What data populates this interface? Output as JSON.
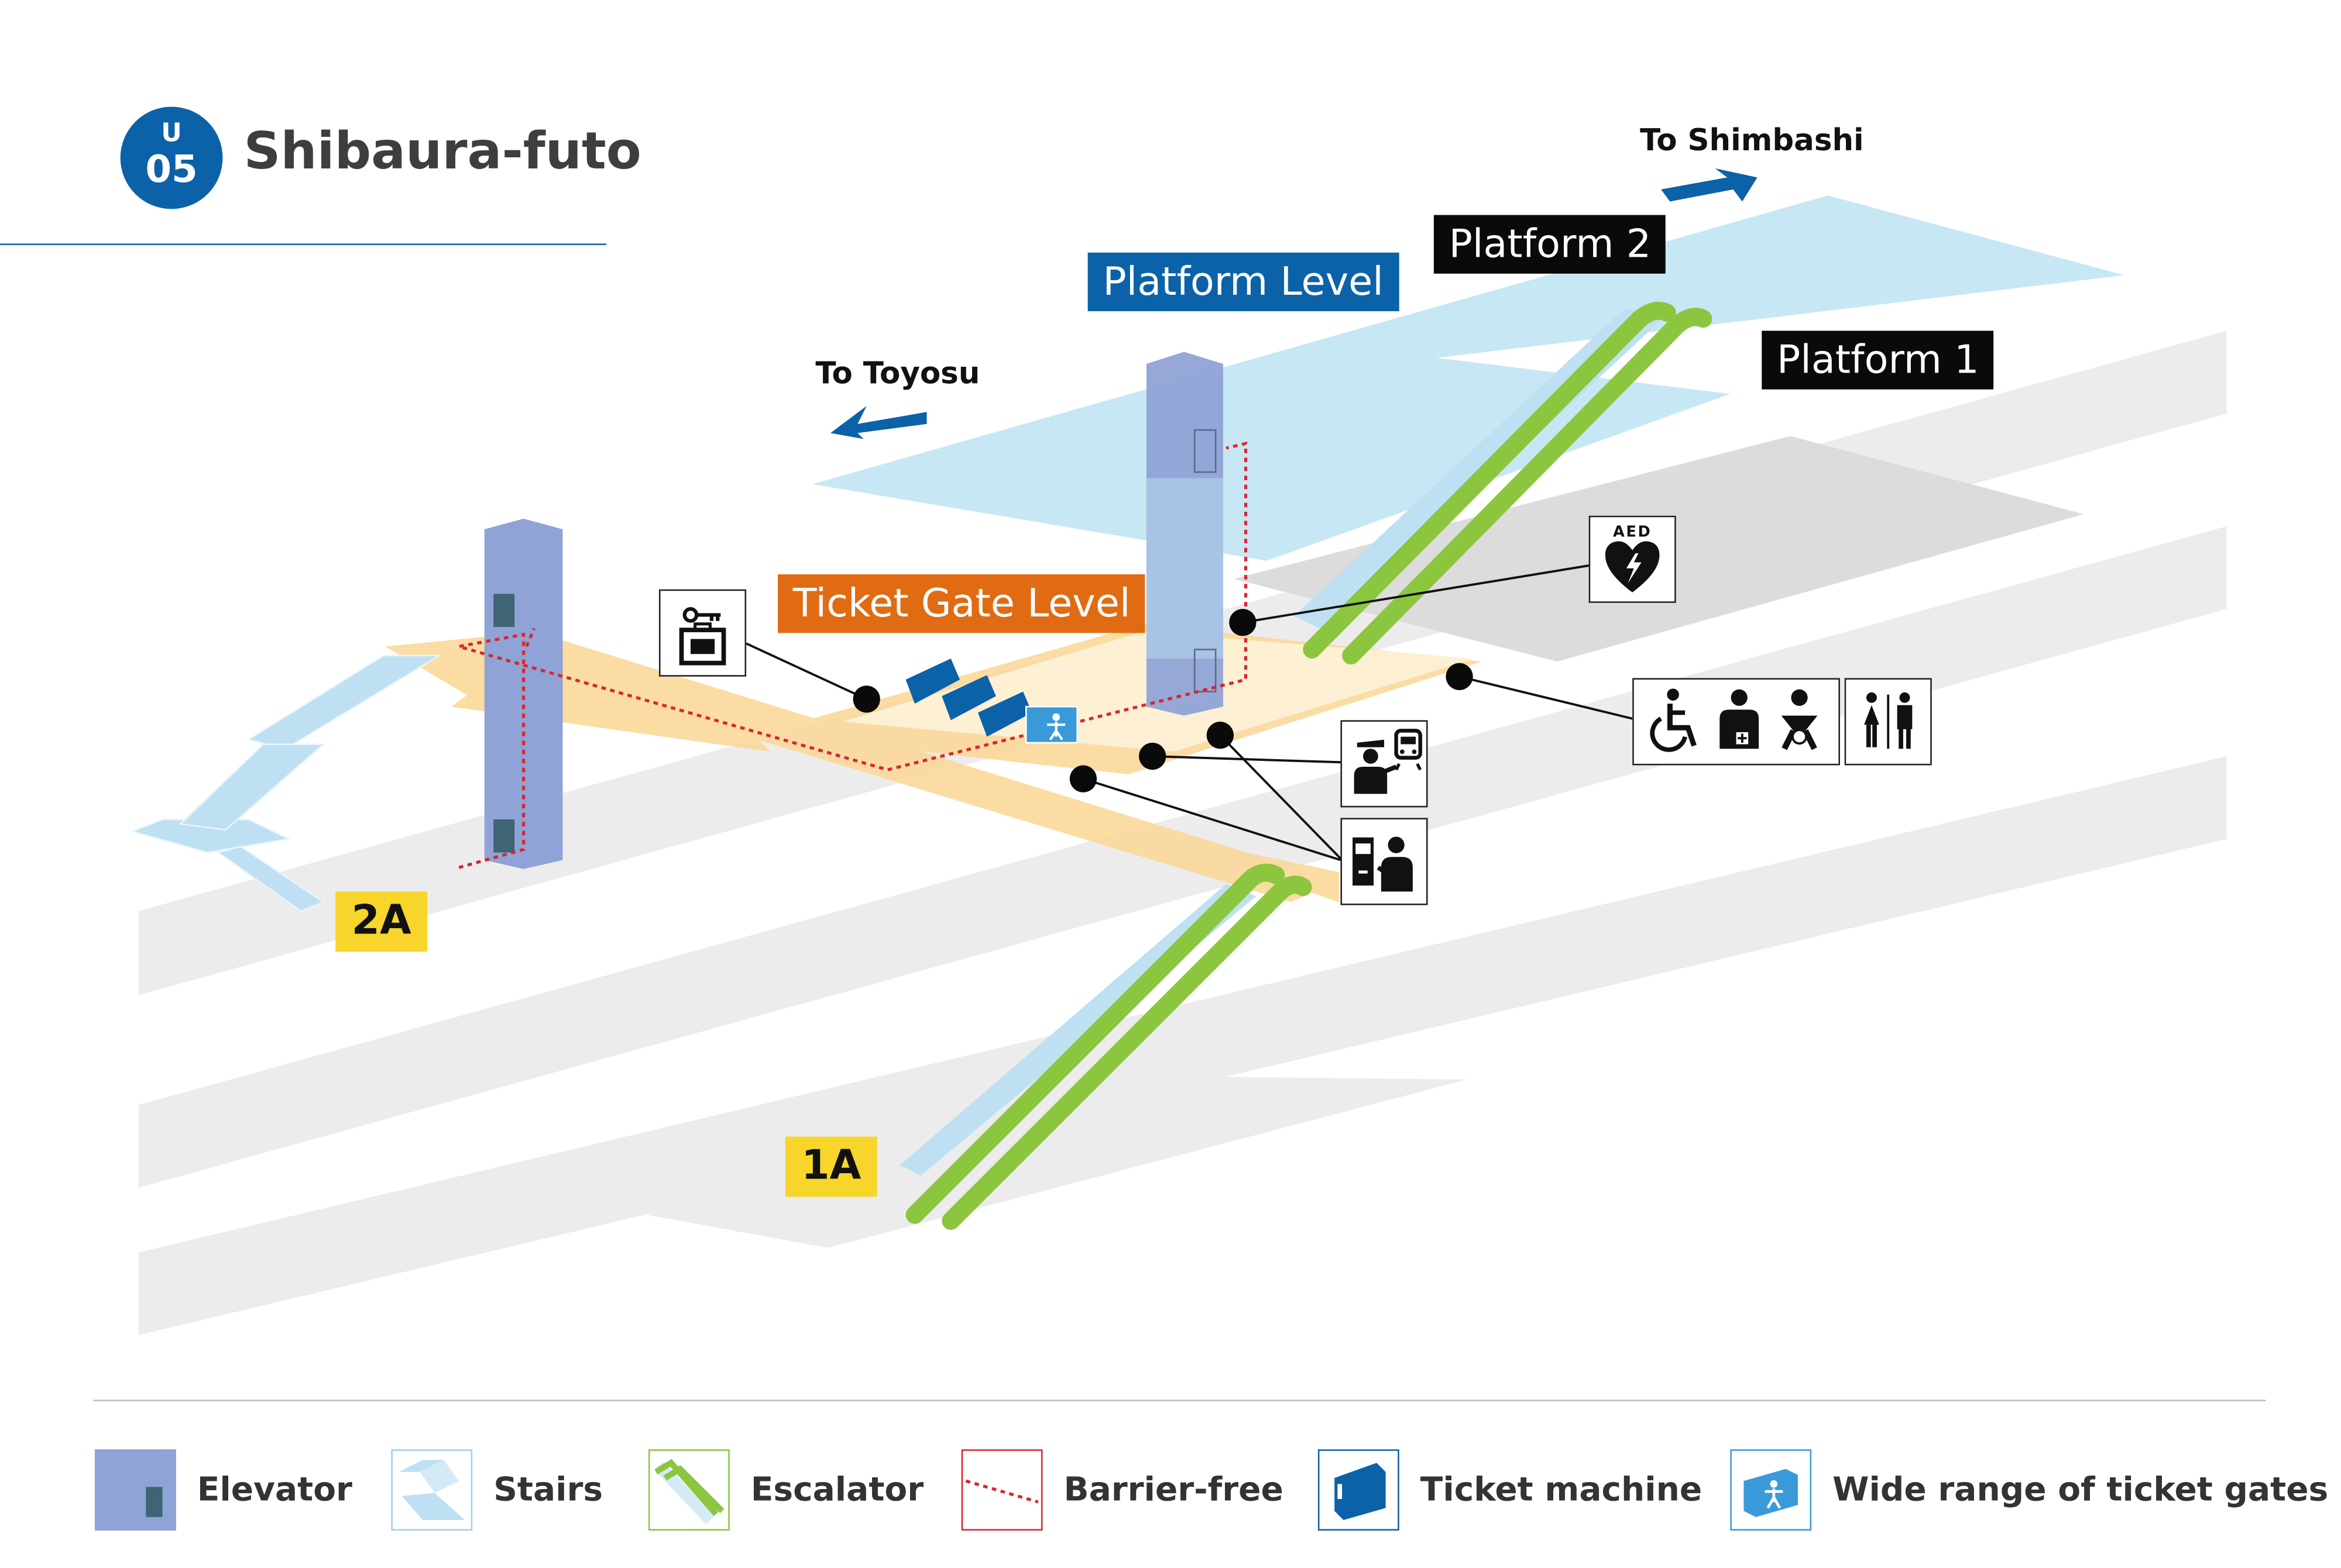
{
  "station": {
    "line_letter": "U",
    "number": "05",
    "name": "Shibaura-futo",
    "line_color": "#0b62a8"
  },
  "directions": {
    "toward_shimbashi": "To Shimbashi",
    "toward_toyosu": "To Toyosu"
  },
  "levels": {
    "platform_level": "Platform Level",
    "ticket_gate_level": "Ticket Gate Level",
    "platform_2": "Platform 2",
    "platform_1": "Platform 1"
  },
  "exits": {
    "exit_2a": "2A",
    "exit_1a": "1A"
  },
  "facilities": {
    "aed_label": "AED",
    "icons": [
      "coin-locker-icon",
      "aed-icon",
      "wheelchair-icon",
      "ostomate-icon",
      "baby-changing-icon",
      "restroom-icon",
      "station-staff-icon",
      "fare-adjustment-machine-icon"
    ]
  },
  "legend": [
    {
      "icon": "elevator-icon",
      "label": "Elevator",
      "color": "#8fa3d6"
    },
    {
      "icon": "stairs-icon",
      "label": "Stairs",
      "color": "#9fd0ea"
    },
    {
      "icon": "escalator-icon",
      "label": "Escalator",
      "color": "#8cc63f"
    },
    {
      "icon": "barrier-free-icon",
      "label": "Barrier-free",
      "color": "#d9262e"
    },
    {
      "icon": "ticket-machine-icon",
      "label": "Ticket machine",
      "color": "#0b62a8"
    },
    {
      "icon": "wide-ticket-gate-icon",
      "label": "Wide range of ticket gates",
      "color": "#3a9ad9"
    }
  ],
  "colors": {
    "platform": "#c8e7f4",
    "ticket_gate": "#fbd99a",
    "elevator": "#8fa3d6",
    "escalator": "#8cc63f",
    "barrier_free": "#d9262e",
    "ground": "#ededed"
  }
}
